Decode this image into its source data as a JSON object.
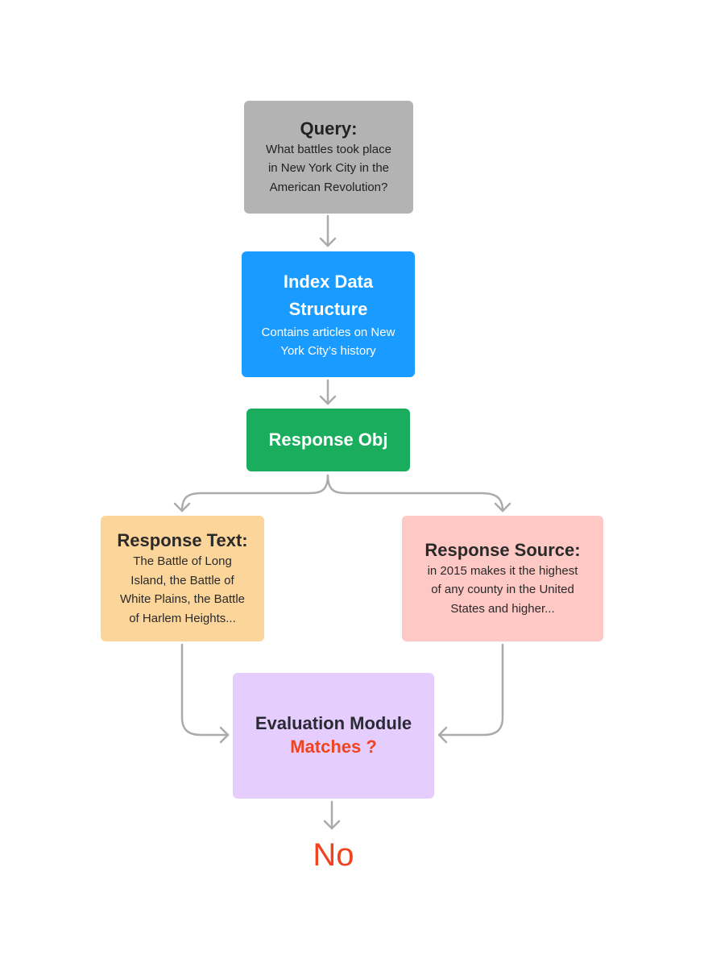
{
  "query": {
    "title": "Query:",
    "lines": [
      "What battles took place",
      "in New York City in the",
      "American Revolution?"
    ]
  },
  "index": {
    "title_lines": [
      "Index Data",
      "Structure"
    ],
    "lines": [
      "Contains articles on New",
      "York City’s history"
    ]
  },
  "response_obj": {
    "title": "Response Obj"
  },
  "response_text": {
    "title": "Response Text:",
    "lines": [
      "The Battle of Long",
      "Island, the Battle of",
      "White Plains, the Battle",
      "of Harlem Heights..."
    ]
  },
  "response_source": {
    "title": "Response Source:",
    "lines": [
      "in 2015 makes it the highest",
      "of any county in the United",
      "States and higher..."
    ]
  },
  "evaluation": {
    "title": "Evaluation Module",
    "matches": "Matches ?"
  },
  "result": "No",
  "colors": {
    "query_bg": "#b3b3b3",
    "index_bg": "#1a9bff",
    "response_obj_bg": "#1aad5d",
    "response_text_bg": "#fcd59b",
    "response_source_bg": "#fec8c5",
    "evaluation_bg": "#e5cdfd",
    "accent_red": "#f04420",
    "connector": "#ababab"
  }
}
